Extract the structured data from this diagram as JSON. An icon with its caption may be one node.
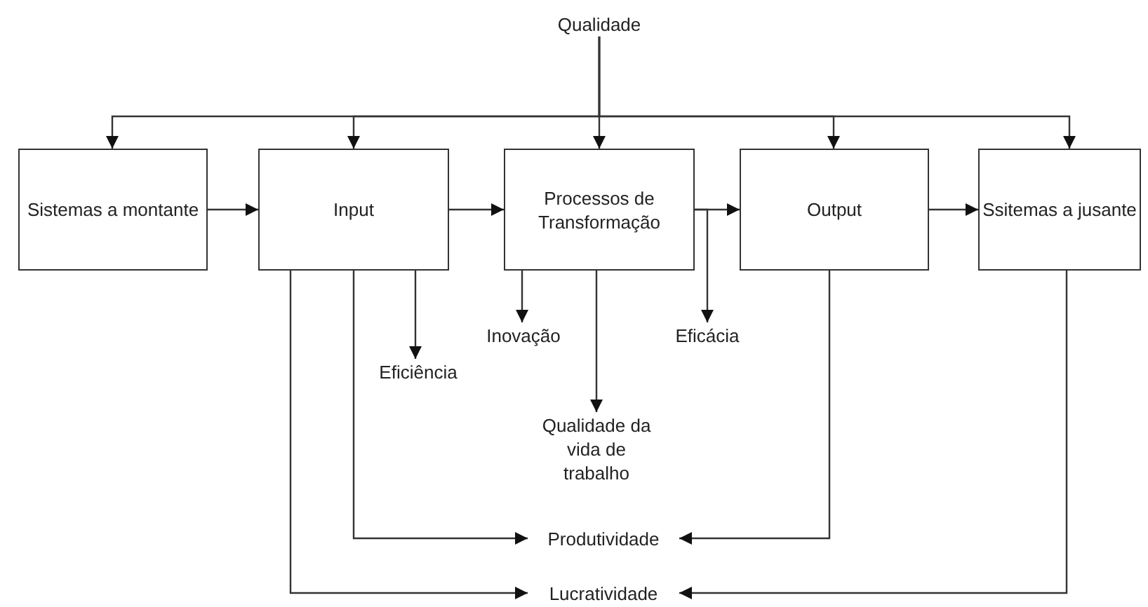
{
  "diagram": {
    "nodes": [
      {
        "text": [
          "Qualidade"
        ]
      },
      {
        "text": [
          "Sistemas a montante"
        ]
      },
      {
        "text": [
          "Input"
        ]
      },
      {
        "text": [
          "Processos de Transformação"
        ]
      },
      {
        "text": [
          "Output"
        ]
      },
      {
        "text": [
          "Ssitemas a jusante"
        ]
      },
      {
        "text": [
          "Eficiência"
        ]
      },
      {
        "text": [
          "Inovação"
        ]
      },
      {
        "text": [
          "Eficácia"
        ]
      },
      {
        "text": [
          "Qualidade da vida de trabalho"
        ]
      },
      {
        "text": [
          "Produtividade"
        ]
      },
      {
        "text": [
          "Lucratividade"
        ]
      }
    ],
    "edges": [
      {
        "from": 0,
        "to": 1,
        "arrow": "to"
      },
      {
        "from": 0,
        "to": 2,
        "arrow": "to"
      },
      {
        "from": 0,
        "to": 3,
        "arrow": "to"
      },
      {
        "from": 0,
        "to": 4,
        "arrow": "to"
      },
      {
        "from": 0,
        "to": 5,
        "arrow": "to"
      },
      {
        "from": 1,
        "to": 2,
        "arrow": "to"
      },
      {
        "from": 2,
        "to": 3,
        "arrow": "to"
      },
      {
        "from": 3,
        "to": 4,
        "arrow": "to"
      },
      {
        "from": 4,
        "to": 5,
        "arrow": "to"
      },
      {
        "from": 2,
        "to": 6,
        "arrow": "to"
      },
      {
        "from": 3,
        "to": 7,
        "arrow": "to"
      },
      {
        "from": 3,
        "to": 8,
        "arrow": "to"
      },
      {
        "from": 3,
        "to": 9,
        "arrow": "to"
      },
      {
        "from": 2,
        "to": 10,
        "arrow": "to"
      },
      {
        "from": 4,
        "to": 10,
        "arrow": "to"
      },
      {
        "from": 2,
        "to": 11,
        "arrow": "to"
      },
      {
        "from": 5,
        "to": 11,
        "arrow": "to"
      }
    ]
  }
}
